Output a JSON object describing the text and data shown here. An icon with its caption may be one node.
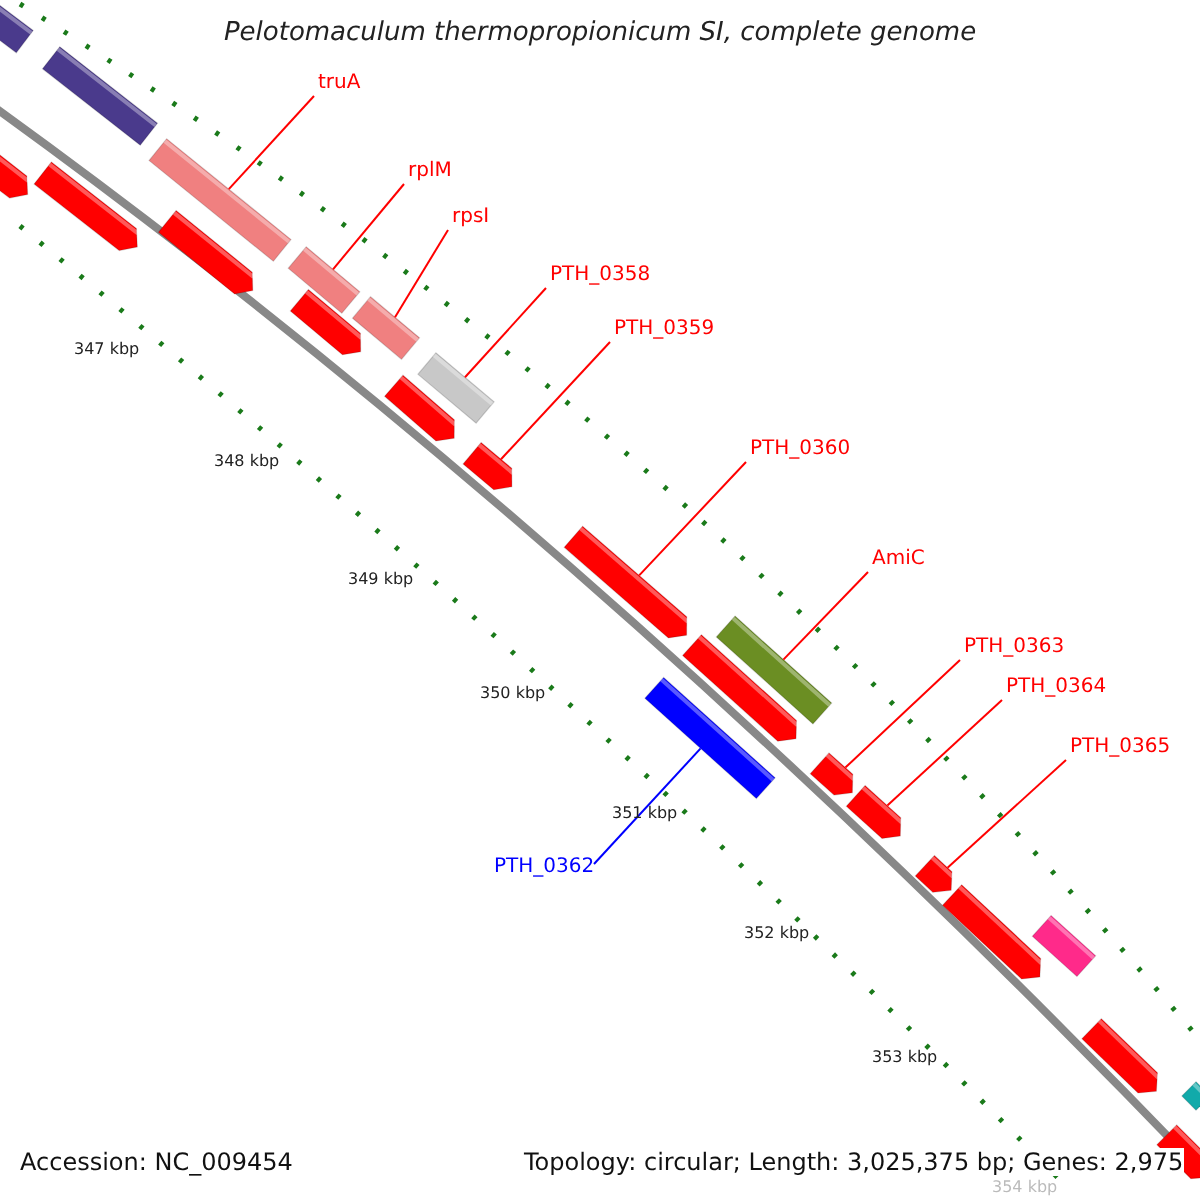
{
  "diagram": {
    "title": "Pelotomaculum thermopropionicum SI, complete genome",
    "nodes": [
      {
        "text": [
          "truA"
        ]
      },
      {
        "text": [
          "rplM"
        ]
      },
      {
        "text": [
          "rpsI"
        ]
      },
      {
        "text": [
          "PTH_0358"
        ]
      },
      {
        "text": [
          "PTH_0359"
        ]
      },
      {
        "text": [
          "PTH_0360"
        ]
      },
      {
        "text": [
          "AmiC"
        ]
      },
      {
        "text": [
          "PTH_0363"
        ]
      },
      {
        "text": [
          "PTH_0364"
        ]
      },
      {
        "text": [
          "PTH_0365"
        ]
      },
      {
        "text": [
          "PTH_0362"
        ]
      },
      {
        "text": [],
        "shape": "bar"
      },
      {
        "text": [],
        "shape": "bar"
      },
      {
        "text": [],
        "shape": "bar"
      },
      {
        "text": [],
        "shape": "bar"
      },
      {
        "text": [],
        "shape": "bar"
      },
      {
        "text": [],
        "shape": "bar"
      },
      {
        "text": [],
        "shape": "bar"
      },
      {
        "text": [],
        "shape": "bar"
      },
      {
        "text": [],
        "shape": "bar"
      },
      {
        "text": [],
        "shape": "bar"
      },
      {
        "text": [],
        "shape": "bar"
      },
      {
        "text": [],
        "shape": "bar"
      },
      {
        "text": [],
        "shape": "bar"
      },
      {
        "text": [],
        "shape": "bar"
      },
      {
        "text": [],
        "shape": "bar"
      },
      {
        "text": [],
        "shape": "bar"
      },
      {
        "text": [],
        "shape": "bar"
      },
      {
        "text": [],
        "shape": "bar"
      },
      {
        "text": [],
        "shape": "bar"
      },
      {
        "text": [],
        "shape": "bar"
      },
      {
        "text": [],
        "shape": "bar"
      },
      {
        "text": [],
        "shape": "bar"
      },
      {
        "text": [],
        "shape": "bar"
      },
      {
        "text": [],
        "shape": "bar"
      }
    ],
    "edges": [
      {
        "from": 0,
        "to": 11,
        "arrow": "none"
      },
      {
        "from": 1,
        "to": 12,
        "arrow": "none"
      },
      {
        "from": 2,
        "to": 13,
        "arrow": "none"
      },
      {
        "from": 3,
        "to": 14,
        "arrow": "none"
      },
      {
        "from": 4,
        "to": 15,
        "arrow": "none"
      },
      {
        "from": 5,
        "to": 16,
        "arrow": "none"
      },
      {
        "from": 6,
        "to": 17,
        "arrow": "none"
      },
      {
        "from": 7,
        "to": 18,
        "arrow": "none"
      },
      {
        "from": 8,
        "to": 19,
        "arrow": "none"
      },
      {
        "from": 9,
        "to": 20,
        "arrow": "none"
      },
      {
        "from": 10,
        "to": 21,
        "arrow": "none",
        "color": "#0000ff"
      }
    ],
    "labels": [
      "347 kbp",
      "348 kbp",
      "349 kbp",
      "350 kbp",
      "351 kbp",
      "352 kbp",
      "353 kbp",
      "354 kbp",
      "Accession: NC_009454",
      "Topology: circular; Length: 3,025,375 bp; Genes: 2,975"
    ]
  }
}
